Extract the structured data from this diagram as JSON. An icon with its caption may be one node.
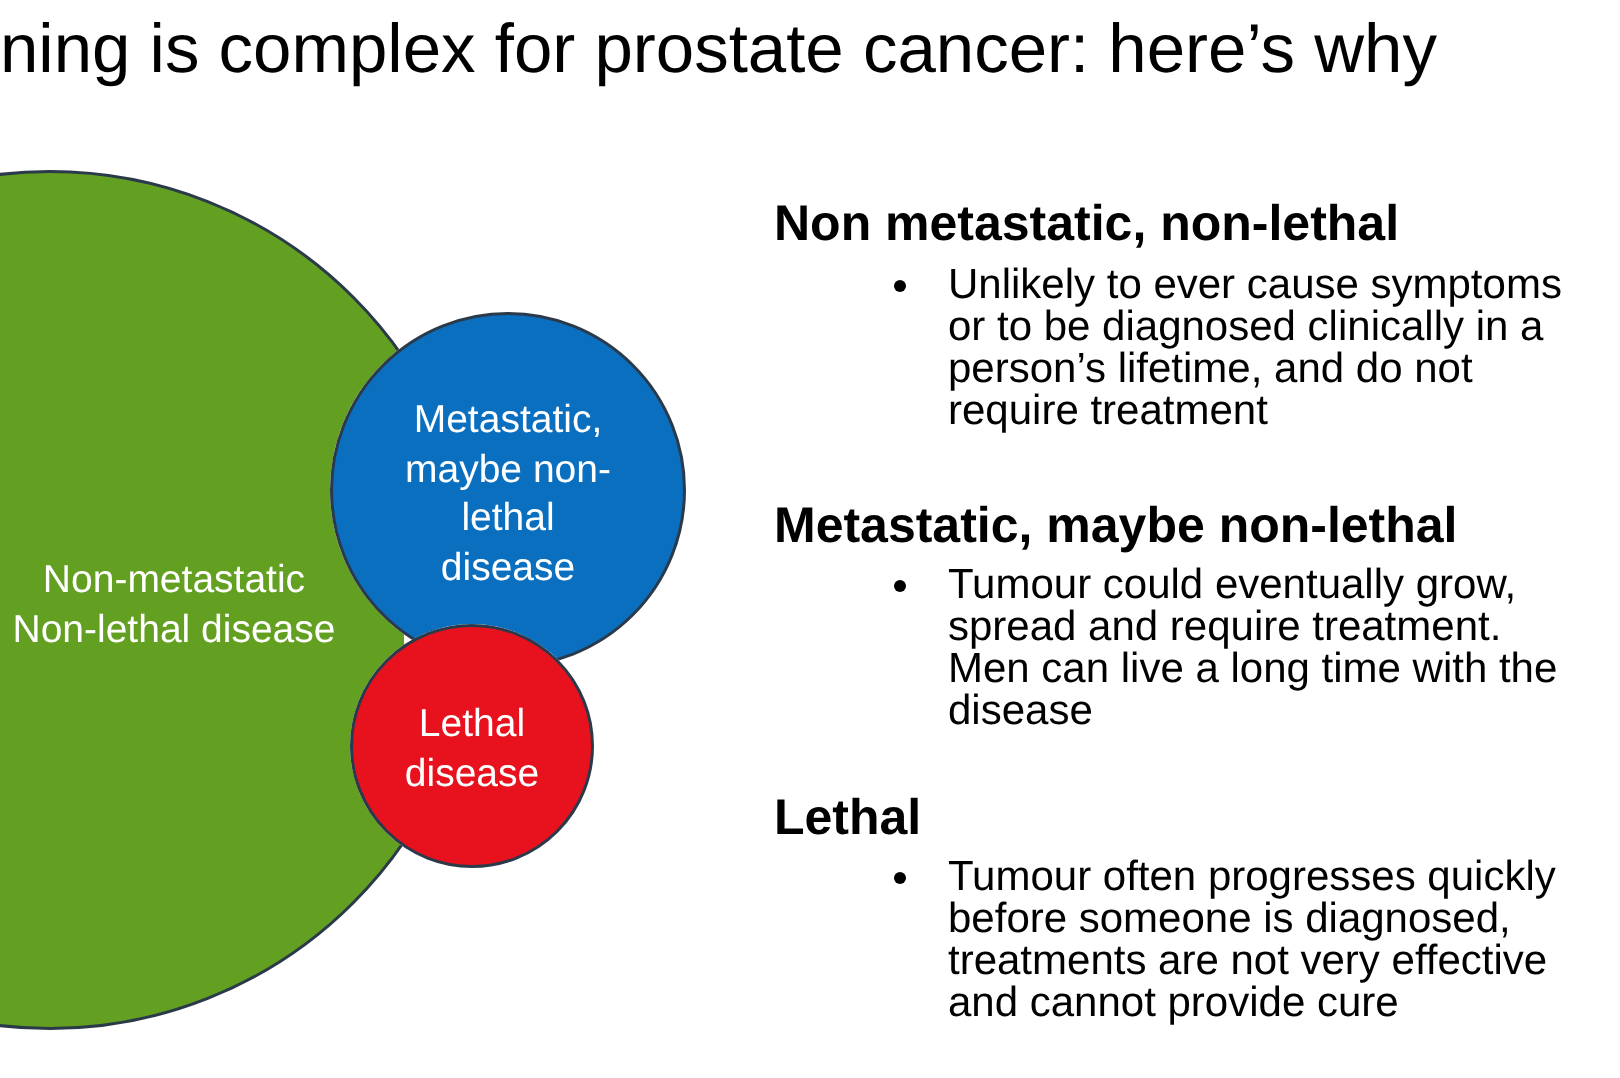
{
  "diagram": {
    "title": "ning is complex for prostate cancer: here’s why",
    "nodes": [
      {
        "text": [
          "Non-metastatic Non-lethal disease"
        ]
      },
      {
        "text": [
          "Metastatic, maybe non-lethal disease"
        ]
      },
      {
        "text": [
          "Lethal disease"
        ]
      }
    ],
    "edges": [],
    "labels": [
      "Non metastatic, non-lethal",
      "Unlikely to ever cause symptoms or to be diagnosed clinically in a person’s lifetime, and do not require treatment",
      "Metastatic, maybe non-lethal",
      "Tumour could eventually grow, spread and require treatment. Men can live a long time with the disease",
      "Lethal",
      "Tumour often progresses quickly before someone is diagnosed, treatments are not very effective and cannot provide cure"
    ]
  }
}
